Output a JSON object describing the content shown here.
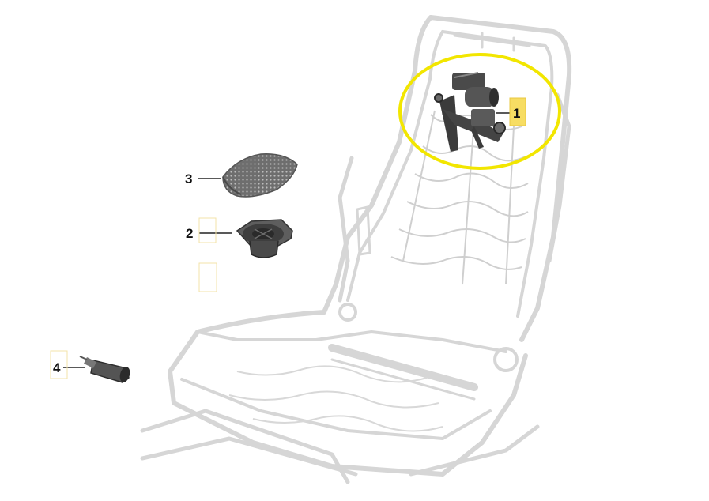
{
  "callouts": [
    {
      "number": "1",
      "highlighted": true
    },
    {
      "number": "2",
      "highlighted": false
    },
    {
      "number": "3",
      "highlighted": false
    },
    {
      "number": "4",
      "highlighted": false
    }
  ],
  "colors": {
    "frame_stroke": "#d4d4d4",
    "part_dark": "#3a3a3a",
    "highlight_ellipse": "#f2e600",
    "highlight_box": "#f7dd63"
  }
}
